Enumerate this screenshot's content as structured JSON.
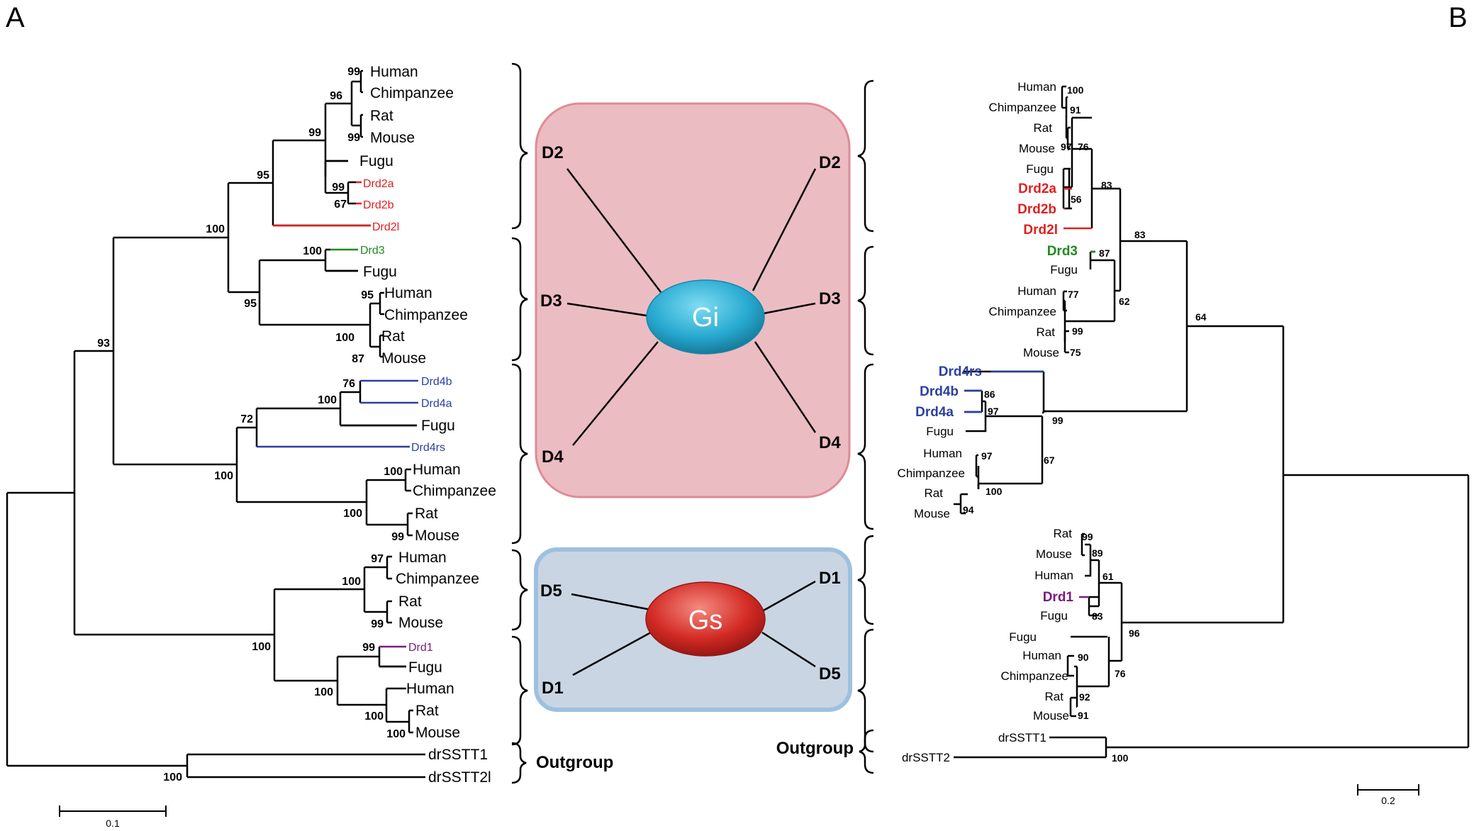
{
  "panels": {
    "a": "A",
    "b": "B"
  },
  "tree_a": {
    "nodes": {
      "d2_99": "99",
      "d2_96": "96",
      "d2_99b": "99",
      "d2_99c": "99",
      "d2_99d": "99",
      "d2_67": "67",
      "d2_95": "95",
      "d3_100": "100",
      "d3_95": "95",
      "d3_100b": "100",
      "d3_87": "87",
      "d23_95": "95",
      "dgi_100": "100",
      "root_93": "93",
      "d4_76": "76",
      "d4_100": "100",
      "d4_72": "72",
      "d4_100b": "100",
      "d4_100c": "100",
      "d4_99": "99",
      "d4_100d": "100",
      "d5_97": "97",
      "d5_100": "100",
      "d5_99": "99",
      "d1_99": "99",
      "d1_100": "100",
      "d1_100b": "100",
      "d1_100c": "100",
      "gs_100": "100",
      "out_100": "100"
    },
    "leaves": {
      "human1": "Human",
      "chimp1": "Chimpanzee",
      "rat1": "Rat",
      "mouse1": "Mouse",
      "fugu1": "Fugu",
      "drd2a": "Drd2a",
      "drd2b": "Drd2b",
      "drd2l": "Drd2l",
      "drd3": "Drd3",
      "fugu2": "Fugu",
      "human2": "Human",
      "chimp2": "Chimpanzee",
      "rat2": "Rat",
      "mouse2": "Mouse",
      "drd4b": "Drd4b",
      "drd4a": "Drd4a",
      "fugu3": "Fugu",
      "drd4rs": "Drd4rs",
      "human3": "Human",
      "chimp3": "Chimpanzee",
      "rat3": "Rat",
      "mouse3": "Mouse",
      "human4": "Human",
      "chimp4": "Chimpanzee",
      "rat4": "Rat",
      "mouse4": "Mouse",
      "drd1": "Drd1",
      "fugu5": "Fugu",
      "human5": "Human",
      "rat5": "Rat",
      "mouse5": "Mouse",
      "sstt1": "drSSTT1",
      "sstt2l": "drSSTT2l"
    },
    "scale": "0.1"
  },
  "middle": {
    "gi": "Gi",
    "gs": "Gs",
    "left_d2": "D2",
    "left_d3": "D3",
    "left_d4": "D4",
    "left_d5": "D5",
    "left_d1": "D1",
    "right_d2": "D2",
    "right_d3": "D3",
    "right_d4": "D4",
    "right_d1": "D1",
    "right_d5": "D5",
    "outgroup_left": "Outgroup",
    "outgroup_right": "Outgroup"
  },
  "tree_b": {
    "nodes": {
      "n100": "100",
      "n91": "91",
      "n97": "97",
      "n76": "76",
      "n56": "56",
      "n83a": "83",
      "n83b": "83",
      "n87": "87",
      "n77": "77",
      "n62": "62",
      "n99": "99",
      "n75": "75",
      "n64": "64",
      "n86": "86",
      "n97b": "97",
      "n99b": "99",
      "n97c": "97",
      "n67": "67",
      "n100b": "100",
      "n94": "94",
      "n99c": "99",
      "n89": "89",
      "n61": "61",
      "n83c": "83",
      "n96": "96",
      "n90": "90",
      "n76b": "76",
      "n92": "92",
      "n91b": "91",
      "n100c": "100"
    },
    "leaves": {
      "human1": "Human",
      "chimp1": "Chimpanzee",
      "rat1": "Rat",
      "mouse1": "Mouse",
      "fugu1": "Fugu",
      "drd2a": "Drd2a",
      "drd2b": "Drd2b",
      "drd2l": "Drd2l",
      "drd3": "Drd3",
      "fugu2": "Fugu",
      "human2": "Human",
      "chimp2": "Chimpanzee",
      "rat2": "Rat",
      "mouse2": "Mouse",
      "drd4rs": "Drd4rs",
      "drd4b": "Drd4b",
      "drd4a": "Drd4a",
      "fugu3": "Fugu",
      "human3": "Human",
      "chimp3": "Chimpanzee",
      "rat3": "Rat",
      "mouse3": "Mouse",
      "rat4": "Rat",
      "mouse4": "Mouse",
      "human4": "Human",
      "drd1": "Drd1",
      "fugu4": "Fugu",
      "fugu5": "Fugu",
      "human5": "Human",
      "chimp5": "Chimpanzee",
      "rat5": "Rat",
      "mouse5": "Mouse",
      "sstt1": "drSSTT1",
      "sstt2": "drSSTT2"
    },
    "scale": "0.2"
  },
  "colors": {
    "drd2": "#e02020",
    "drd3": "#1f8a1f",
    "drd4": "#2b3fa0",
    "drd1": "#7a1a82",
    "gi_box": "#ecbcc3",
    "gs_box": "#c9d5e3",
    "gi_oval": "#27a9d0",
    "gs_oval": "#d22a24"
  }
}
